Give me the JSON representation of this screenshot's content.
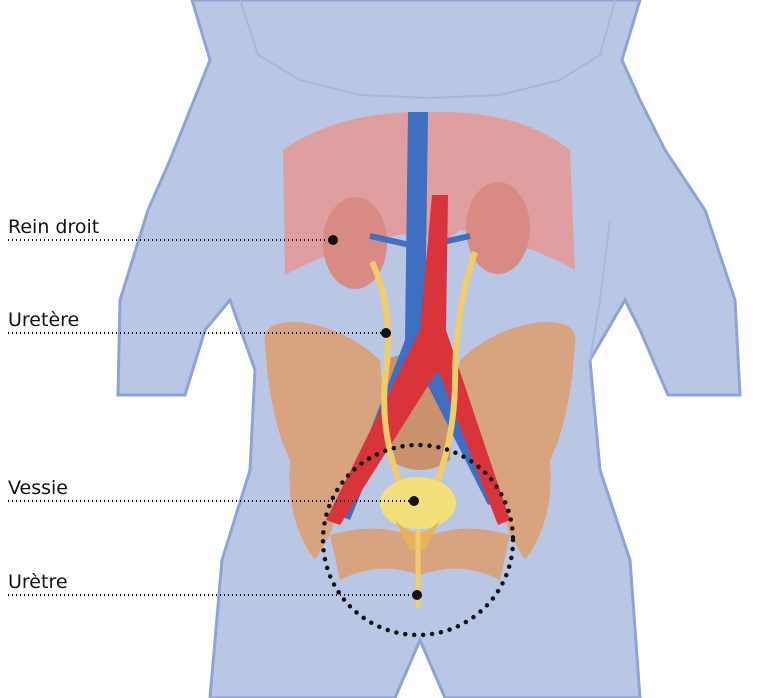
{
  "labels": {
    "rein_droit": "Rein droit",
    "uretere": "Uretère",
    "vessie": "Vessie",
    "uretre": "Urètre"
  },
  "colors": {
    "skin": "#b9c6e4",
    "skin_outline": "#8ea4d6",
    "diaphragm": "#e39a98",
    "kidney": "#d98a84",
    "vein": "#3f6fc0",
    "artery": "#d9333b",
    "ureter": "#f1cc6a",
    "pelvis": "#d8a47f",
    "bladder": "#f4e07a",
    "leader_line": "#111111"
  }
}
